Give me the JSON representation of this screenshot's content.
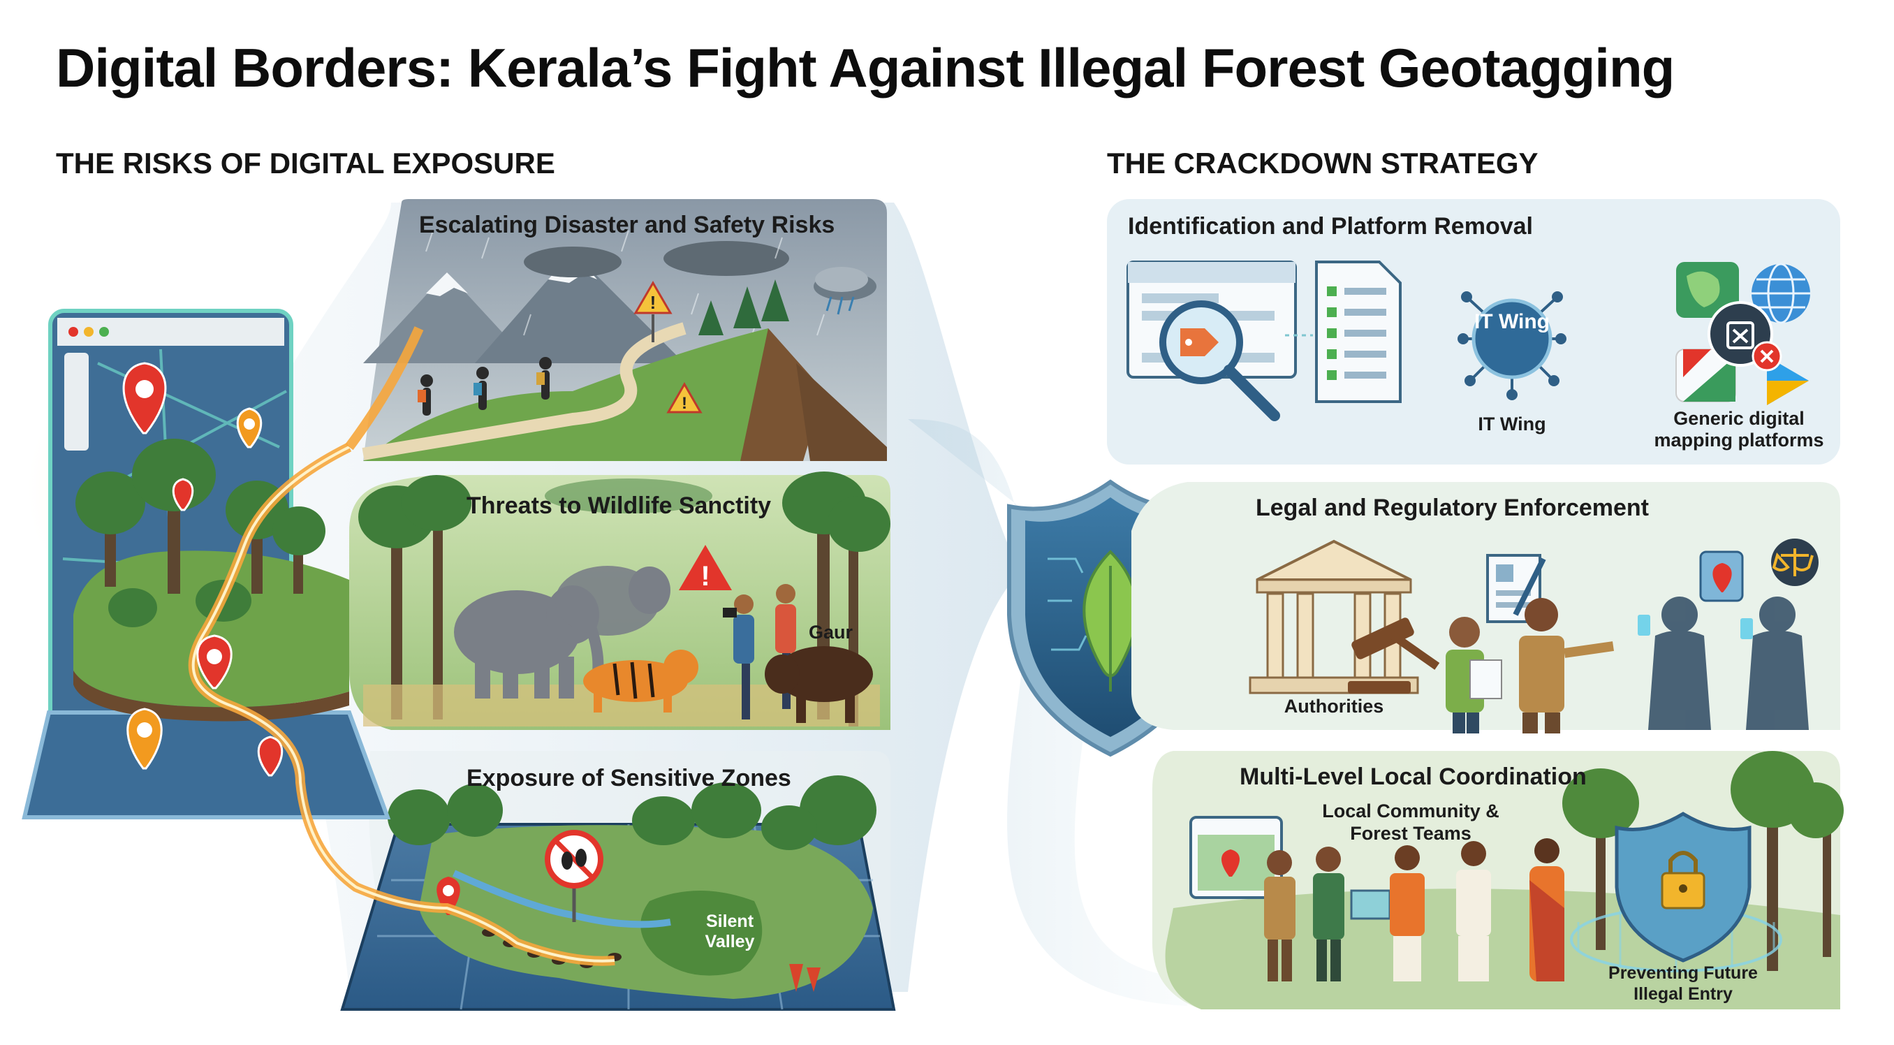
{
  "title": "Digital Borders: Kerala’s Fight Against Illegal Forest Geotagging",
  "left_section": {
    "heading": "THE RISKS OF DIGITAL EXPOSURE",
    "panels": [
      {
        "title": "Escalating Disaster and Safety Risks"
      },
      {
        "title": "Threats to Wildlife Sanctity",
        "animal_label": "Gaur"
      },
      {
        "title": "Exposure of Sensitive Zones",
        "zone_label": "Silent Valley"
      }
    ]
  },
  "right_section": {
    "heading": "THE CRACKDOWN STRATEGY",
    "panels": [
      {
        "title": "Identification and Platform Removal",
        "it_badge": "IT Wing",
        "it_label": "IT Wing",
        "platforms_label": "Generic digital mapping platforms"
      },
      {
        "title": "Legal and Regulatory Enforcement",
        "authorities_label": "Authorities"
      },
      {
        "title": "Multi-Level Local Coordination",
        "community_label": "Local Community & Forest Teams",
        "prevent_label": "Preventing Future Illegal Entry"
      }
    ]
  },
  "colors": {
    "alert_red": "#e2352b",
    "pin_orange": "#f29a1f",
    "forest_green": "#4f8a3c",
    "shield_blue": "#2f5f86",
    "panel_blue": "#e6f0f5"
  }
}
